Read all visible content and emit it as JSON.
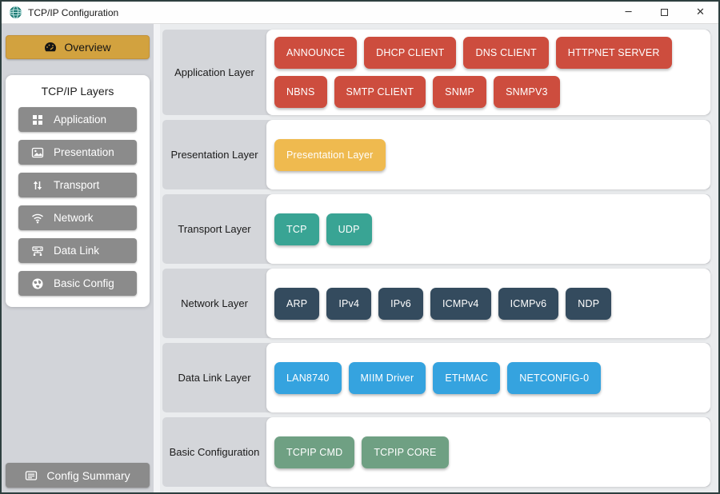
{
  "window": {
    "title": "TCP/IP Configuration",
    "controls": {
      "minimize": "─",
      "maximize": "",
      "close": "✕"
    }
  },
  "sidebar": {
    "overview_label": "Overview",
    "layers_panel": {
      "title": "TCP/IP Layers",
      "items": [
        {
          "label": "Application",
          "icon": "grid-icon"
        },
        {
          "label": "Presentation",
          "icon": "image-icon"
        },
        {
          "label": "Transport",
          "icon": "arrows-updown-icon"
        },
        {
          "label": "Network",
          "icon": "wifi-icon"
        },
        {
          "label": "Data Link",
          "icon": "server-icon"
        },
        {
          "label": "Basic Config",
          "icon": "globe-icon"
        }
      ]
    },
    "config_summary_label": "Config Summary"
  },
  "main": {
    "rows": [
      {
        "label": "Application Layer",
        "chip_color": "#cd4d3e",
        "chips": [
          "ANNOUNCE",
          "DHCP CLIENT",
          "DNS CLIENT",
          "HTTPNET SERVER",
          "NBNS",
          "SMTP CLIENT",
          "SNMP",
          "SNMPV3"
        ]
      },
      {
        "label": "Presentation Layer",
        "chip_color": "#efba4f",
        "chips": [
          "Presentation Layer"
        ]
      },
      {
        "label": "Transport Layer",
        "chip_color": "#39a494",
        "chips": [
          "TCP",
          "UDP"
        ]
      },
      {
        "label": "Network Layer",
        "chip_color": "#344b5e",
        "chips": [
          "ARP",
          "IPv4",
          "IPv6",
          "ICMPv4",
          "ICMPv6",
          "NDP"
        ]
      },
      {
        "label": "Data Link Layer",
        "chip_color": "#35a3df",
        "chips": [
          "LAN8740",
          "MIIM Driver",
          "ETHMAC",
          "NETCONFIG-0"
        ]
      },
      {
        "label": "Basic Configuration",
        "chip_color": "#6fa083",
        "chips": [
          "TCPIP CMD",
          "TCPIP CORE"
        ]
      }
    ]
  },
  "colors": {
    "window_border": "#2e3f3f",
    "titlebar_bg": "#fefefe",
    "sidebar_bg": "#d2d4d9",
    "sidebar_button_bg": "#8b8b8b",
    "overview_gold": "#d2a23f",
    "main_bg": "#eaecee",
    "row_label_bg": "#d4d6da",
    "card_bg": "#ffffff",
    "app_icon_teal": "#1d7a74"
  }
}
